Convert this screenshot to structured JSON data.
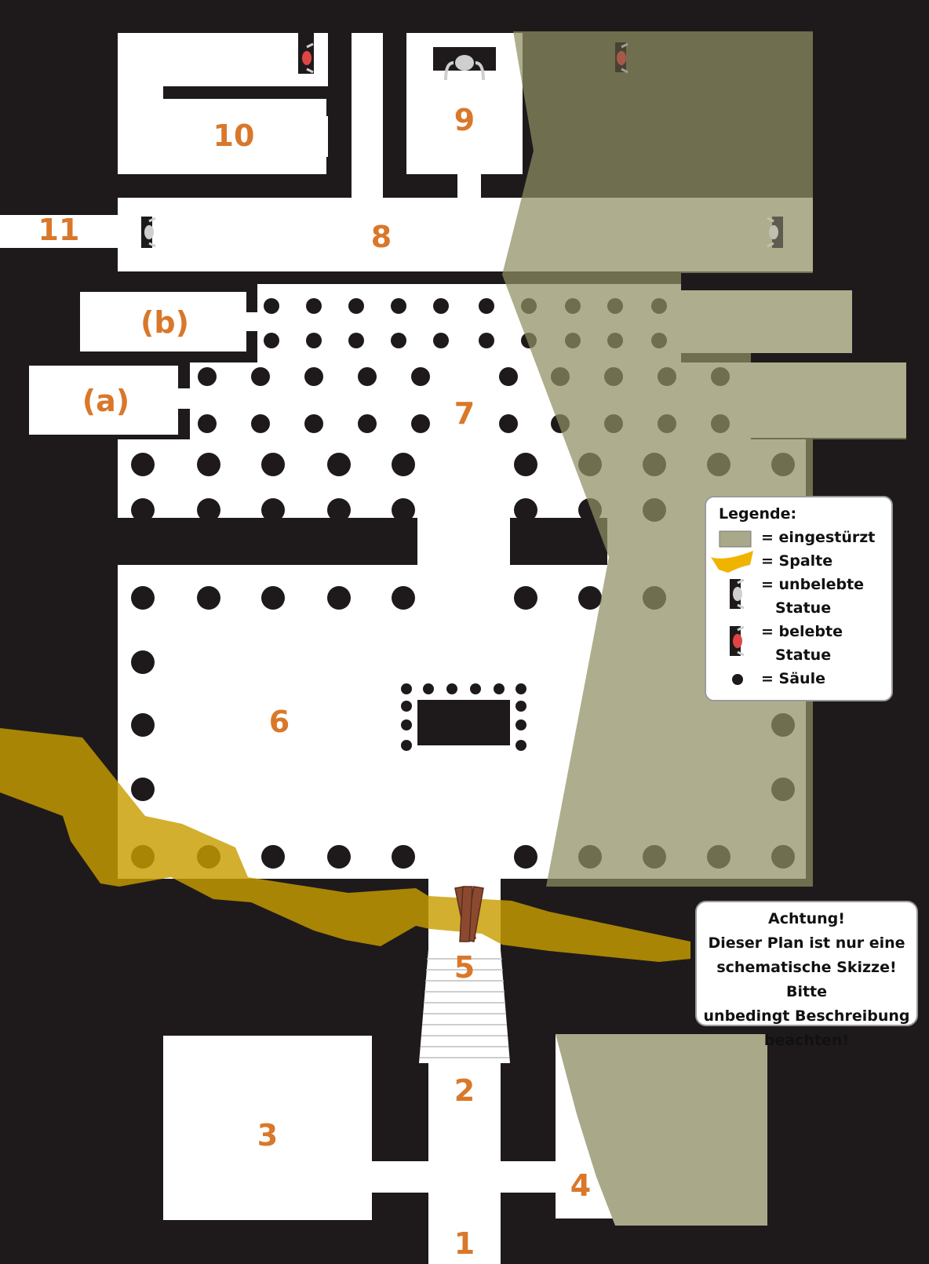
{
  "rooms": {
    "r1": "1",
    "r2": "2",
    "r3": "3",
    "r4": "4",
    "r5": "5",
    "r6": "6",
    "r7": "7",
    "r8": "8",
    "r9": "9",
    "r10": "10",
    "r11": "11",
    "ra": "(a)",
    "rb": "(b)"
  },
  "legend": {
    "title": "Legende:",
    "collapsed": "= eingestürzt",
    "crevice": "= Spalte",
    "inanimate_1": "= unbelebte",
    "inanimate_2": "Statue",
    "animate_1": "= belebte",
    "animate_2": "Statue",
    "column": "= Säule"
  },
  "warning": {
    "line1": "Achtung!",
    "line2": "Dieser Plan ist nur eine",
    "line3": "schematische Skizze! Bitte",
    "line4": "unbedingt Beschreibung",
    "line5": "beachten!"
  },
  "colors": {
    "rock": "#1e1a1c",
    "floor": "#ffffff",
    "collapsed": "#a9a98a",
    "crevice": "#c89d00",
    "label": "#d9782a",
    "bridge": "#8b4a2f"
  }
}
